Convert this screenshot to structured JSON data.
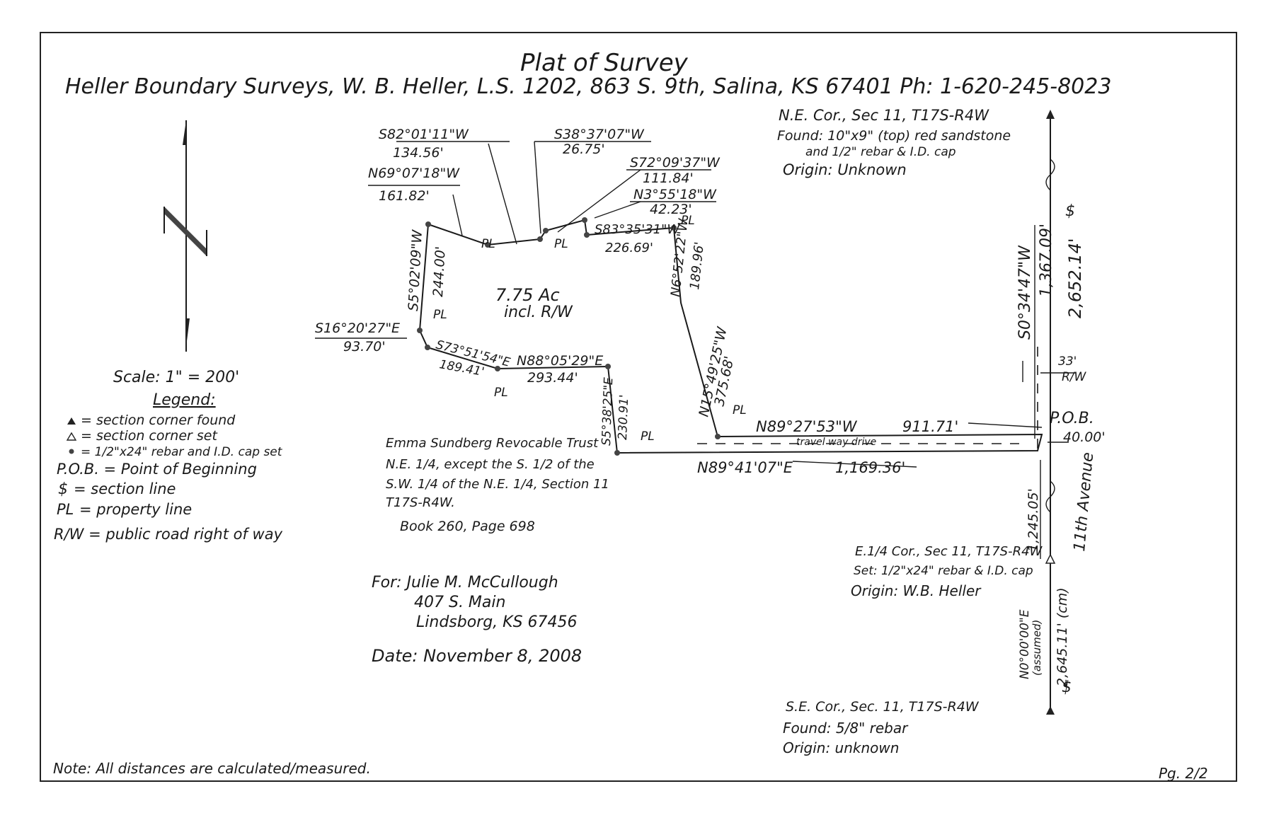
{
  "title": "Plat of Survey",
  "header": "Heller Boundary Surveys, W. B. Heller, L.S. 1202, 863 S. 9th, Salina, KS 67401 Ph: 1-620-245-8023",
  "ne_corner": {
    "line1": "N.E. Cor., Sec 11, T17S-R4W",
    "line2": "Found: 10\"x9\" (top) red sandstone",
    "line3": "and 1/2\" rebar & I.D. cap",
    "line4": "Origin: Unknown"
  },
  "se_corner": {
    "line1": "S.E. Cor., Sec. 11, T17S-R4W",
    "line2": "Found: 5/8\" rebar",
    "line3": "Origin: unknown"
  },
  "e_quarter_corner": {
    "line1": "E.1/4 Cor., Sec 11, T17S-R4W",
    "line2": "Set: 1/2\"x24\" rebar & I.D. cap",
    "line3": "Origin: W.B. Heller"
  },
  "calls": {
    "c1_bearing": "S82°01'11\"W",
    "c1_dist": "134.56'",
    "c2_bearing": "S38°37'07\"W",
    "c2_dist": "26.75'",
    "c3_bearing": "N69°07'18\"W",
    "c3_dist": "161.82'",
    "c4_bearing": "S72°09'37\"W",
    "c4_dist": "111.84'",
    "c5_bearing": "N3°55'18\"W",
    "c5_dist": "42.23'",
    "c6_bearing": "S83°35'31\"W",
    "c6_dist": "226.69'",
    "c7_bearing": "N6°52'22\"W",
    "c7_dist": "189.96'",
    "c8_bearing": "S5°02'09\"W",
    "c8_dist": "244.00'",
    "c9_bearing": "S16°20'27\"E",
    "c9_dist": "93.70'",
    "c10_bearing": "S73°51'54\"E",
    "c10_dist": "189.41'",
    "c11_bearing": "N88°05'29\"E",
    "c11_dist": "293.44'",
    "c12_bearing": "S5°38'25\"E",
    "c12_dist": "230.91'",
    "c13_bearing": "N15°49'25\"W",
    "c13_dist": "375.68'",
    "c14_bearing": "N89°27'53\"W",
    "c14_dist": "911.71'",
    "c15_bearing": "N89°41'07\"E",
    "c15_dist": "1,169.36'",
    "east1_bearing": "S0°34'47\"W",
    "east1_dist": "1,367.09'",
    "east_total": "2,652.14'",
    "east2_dist": "1,245.05'",
    "south_half": "2,645.11' (cm)",
    "south_bearing": "N0°00'00\"E",
    "assumed": "(assumed)"
  },
  "area": {
    "line1": "7.75 Ac",
    "line2": "incl. R/W"
  },
  "pob": {
    "label": "P.O.B.",
    "dist": "40.00'"
  },
  "rw": {
    "dist": "33'",
    "label": "R/W"
  },
  "pl": "PL",
  "sl": "$",
  "travel_way": "travel way drive",
  "road": "11th Avenue",
  "scale": "Scale: 1\" = 200'",
  "legend": {
    "title": "Legend:",
    "found": "= section corner found",
    "set": "= section corner set",
    "rebar": "= 1/2\"x24\" rebar and I.D. cap set",
    "pob": "P.O.B. = Point of Beginning",
    "sl": "= section line",
    "pl": "= property line",
    "rw": "R/W = public road right of way"
  },
  "owner": {
    "line1": "Emma Sundberg Revocable Trust",
    "line2": "N.E. 1/4, except the S. 1/2 of the",
    "line3": "S.W. 1/4 of the N.E. 1/4, Section 11",
    "line4": "T17S-R4W.",
    "line5": "Book 260, Page 698"
  },
  "client": {
    "line1": "For: Julie M. McCullough",
    "line2": "407 S. Main",
    "line3": "Lindsborg, KS 67456"
  },
  "date": "Date: November 8, 2008",
  "note": "Note: All distances are calculated/measured.",
  "page": "Pg. 2/2"
}
